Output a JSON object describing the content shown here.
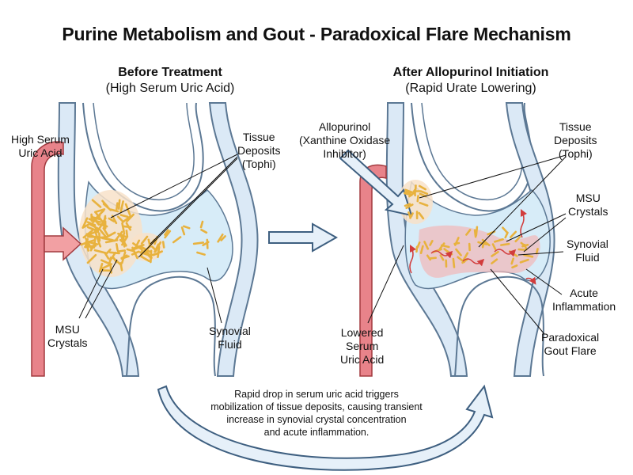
{
  "title": "Purine Metabolism and Gout - Paradoxical Flare Mechanism",
  "panels": {
    "before": {
      "heading": "Before Treatment",
      "subheading": "(High Serum Uric Acid)",
      "labels": {
        "serum": [
          "High Serum",
          "Uric Acid"
        ],
        "deposits": [
          "Tissue",
          "Deposits",
          "(Tophi)"
        ],
        "crystals": [
          "MSU",
          "Crystals"
        ],
        "fluid": [
          "Synovial",
          "Fluid"
        ]
      }
    },
    "after": {
      "heading": "After Allopurinol Initiation",
      "subheading": "(Rapid Urate Lowering)",
      "labels": {
        "drug": [
          "Allopurinol",
          "(Xanthine Oxidase",
          "Inhibitor)"
        ],
        "deposits": [
          "Tissue",
          "Deposits",
          "(Tophi)"
        ],
        "crystals": [
          "MSU",
          "Crystals"
        ],
        "fluid": [
          "Synovial",
          "Fluid"
        ],
        "inflammation": [
          "Acute",
          "Inflammation"
        ],
        "serum": [
          "Lowered",
          "Serum",
          "Uric Acid"
        ],
        "flare": [
          "Paradoxical",
          "Gout Flare"
        ]
      }
    }
  },
  "note": [
    "Rapid drop in serum uric acid triggers",
    "mobilization of tissue deposits, causing transient",
    "increase in synovial crystal concentration",
    "and acute inflammation."
  ],
  "colors": {
    "bone_fill": "#dbe9f6",
    "bone_stroke": "#5c7894",
    "fluid": "#d7ecf8",
    "vessel": "#e8838a",
    "crystal": "#e8b23e",
    "inflammation": "#f2b8b8",
    "arrow_fill": "#e6f0f9",
    "arrow_stroke": "#3e5f80"
  }
}
